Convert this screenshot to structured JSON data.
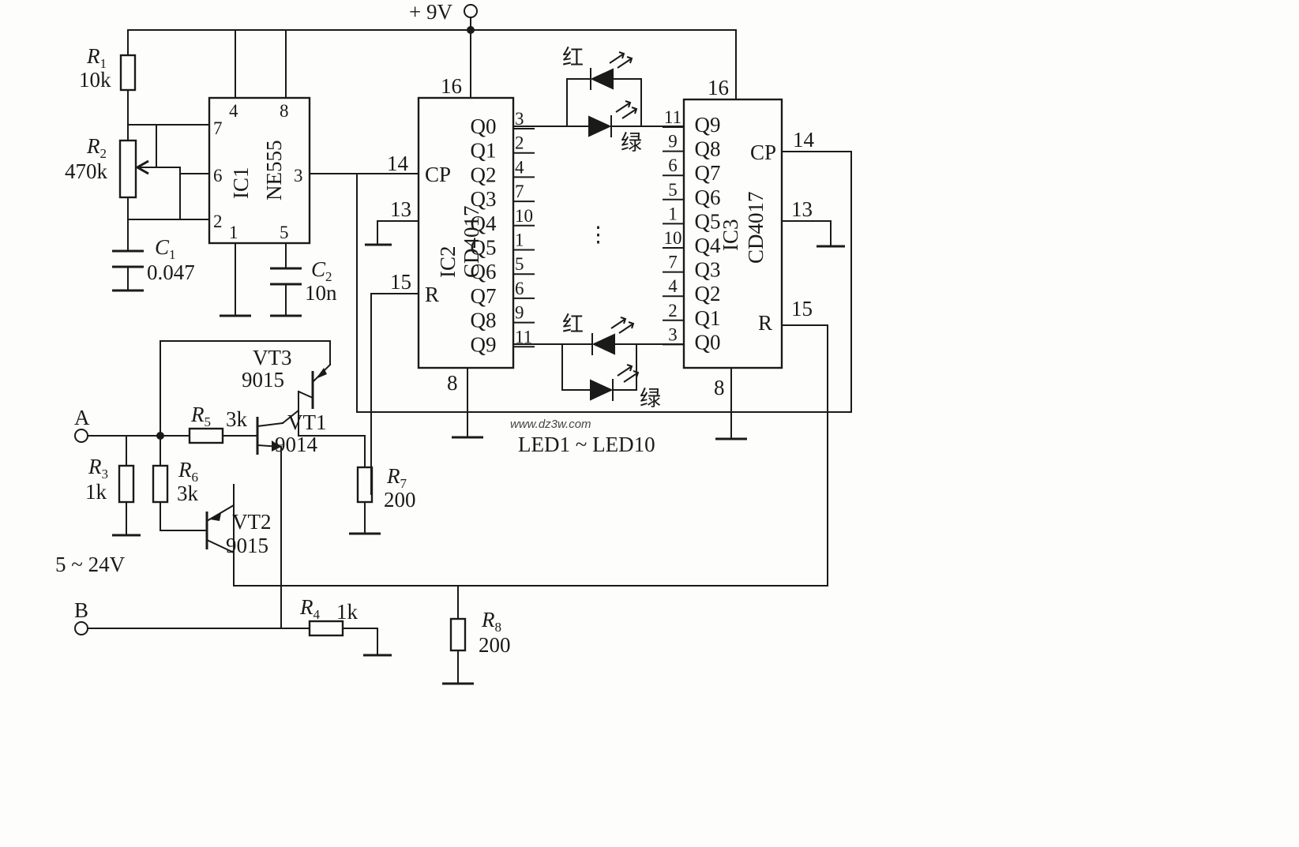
{
  "supply": "+ 9V",
  "ic1": {
    "ref": "IC1",
    "type": "NE555",
    "pins": [
      "4",
      "8",
      "7",
      "6",
      "2",
      "1",
      "5",
      "3"
    ]
  },
  "ic2": {
    "ref": "IC2",
    "type": "CD4017",
    "top_pin": "16",
    "bottom_pin": "8",
    "left_pins": [
      "14",
      "13",
      "15"
    ],
    "left_labels": [
      "CP",
      "R"
    ],
    "outputs": [
      "Q0",
      "Q1",
      "Q2",
      "Q3",
      "Q4",
      "Q5",
      "Q6",
      "Q7",
      "Q8",
      "Q9"
    ],
    "output_pins": [
      "3",
      "2",
      "4",
      "7",
      "10",
      "1",
      "5",
      "6",
      "9",
      "11"
    ]
  },
  "ic3": {
    "ref": "IC3",
    "type": "CD4017",
    "top_pin": "16",
    "bottom_pin": "8",
    "right_pins": [
      "14",
      "13",
      "15"
    ],
    "right_labels": [
      "CP",
      "R"
    ],
    "outputs": [
      "Q9",
      "Q8",
      "Q7",
      "Q6",
      "Q5",
      "Q4",
      "Q3",
      "Q2",
      "Q1",
      "Q0"
    ],
    "output_pins": [
      "11",
      "9",
      "6",
      "5",
      "1",
      "10",
      "7",
      "4",
      "2",
      "3"
    ]
  },
  "components": {
    "r1": {
      "name": "R",
      "sub": "1",
      "value": "10k"
    },
    "r2": {
      "name": "R",
      "sub": "2",
      "value": "470k"
    },
    "c1": {
      "name": "C",
      "sub": "1",
      "value": "0.047"
    },
    "c2": {
      "name": "C",
      "sub": "2",
      "value": "10n"
    },
    "r3": {
      "name": "R",
      "sub": "3",
      "value": "1k"
    },
    "r4": {
      "name": "R",
      "sub": "4",
      "value": "1k"
    },
    "r5": {
      "name": "R",
      "sub": "5",
      "value": "3k"
    },
    "r6": {
      "name": "R",
      "sub": "6",
      "value": "3k"
    },
    "r7": {
      "name": "R",
      "sub": "7",
      "value": "200"
    },
    "r8": {
      "name": "R",
      "sub": "8",
      "value": "200"
    },
    "vt1": {
      "name": "VT1",
      "part": "9014"
    },
    "vt2": {
      "name": "VT2",
      "part": "9015"
    },
    "vt3": {
      "name": "VT3",
      "part": "9015"
    }
  },
  "leds": {
    "red": "红",
    "green": "绿",
    "ellipsis": "⋮",
    "caption": "LED1 ~ LED10"
  },
  "terminals": {
    "a": "A",
    "b": "B",
    "voltage": "5 ~ 24V"
  },
  "watermark": "www.dz3w.com"
}
